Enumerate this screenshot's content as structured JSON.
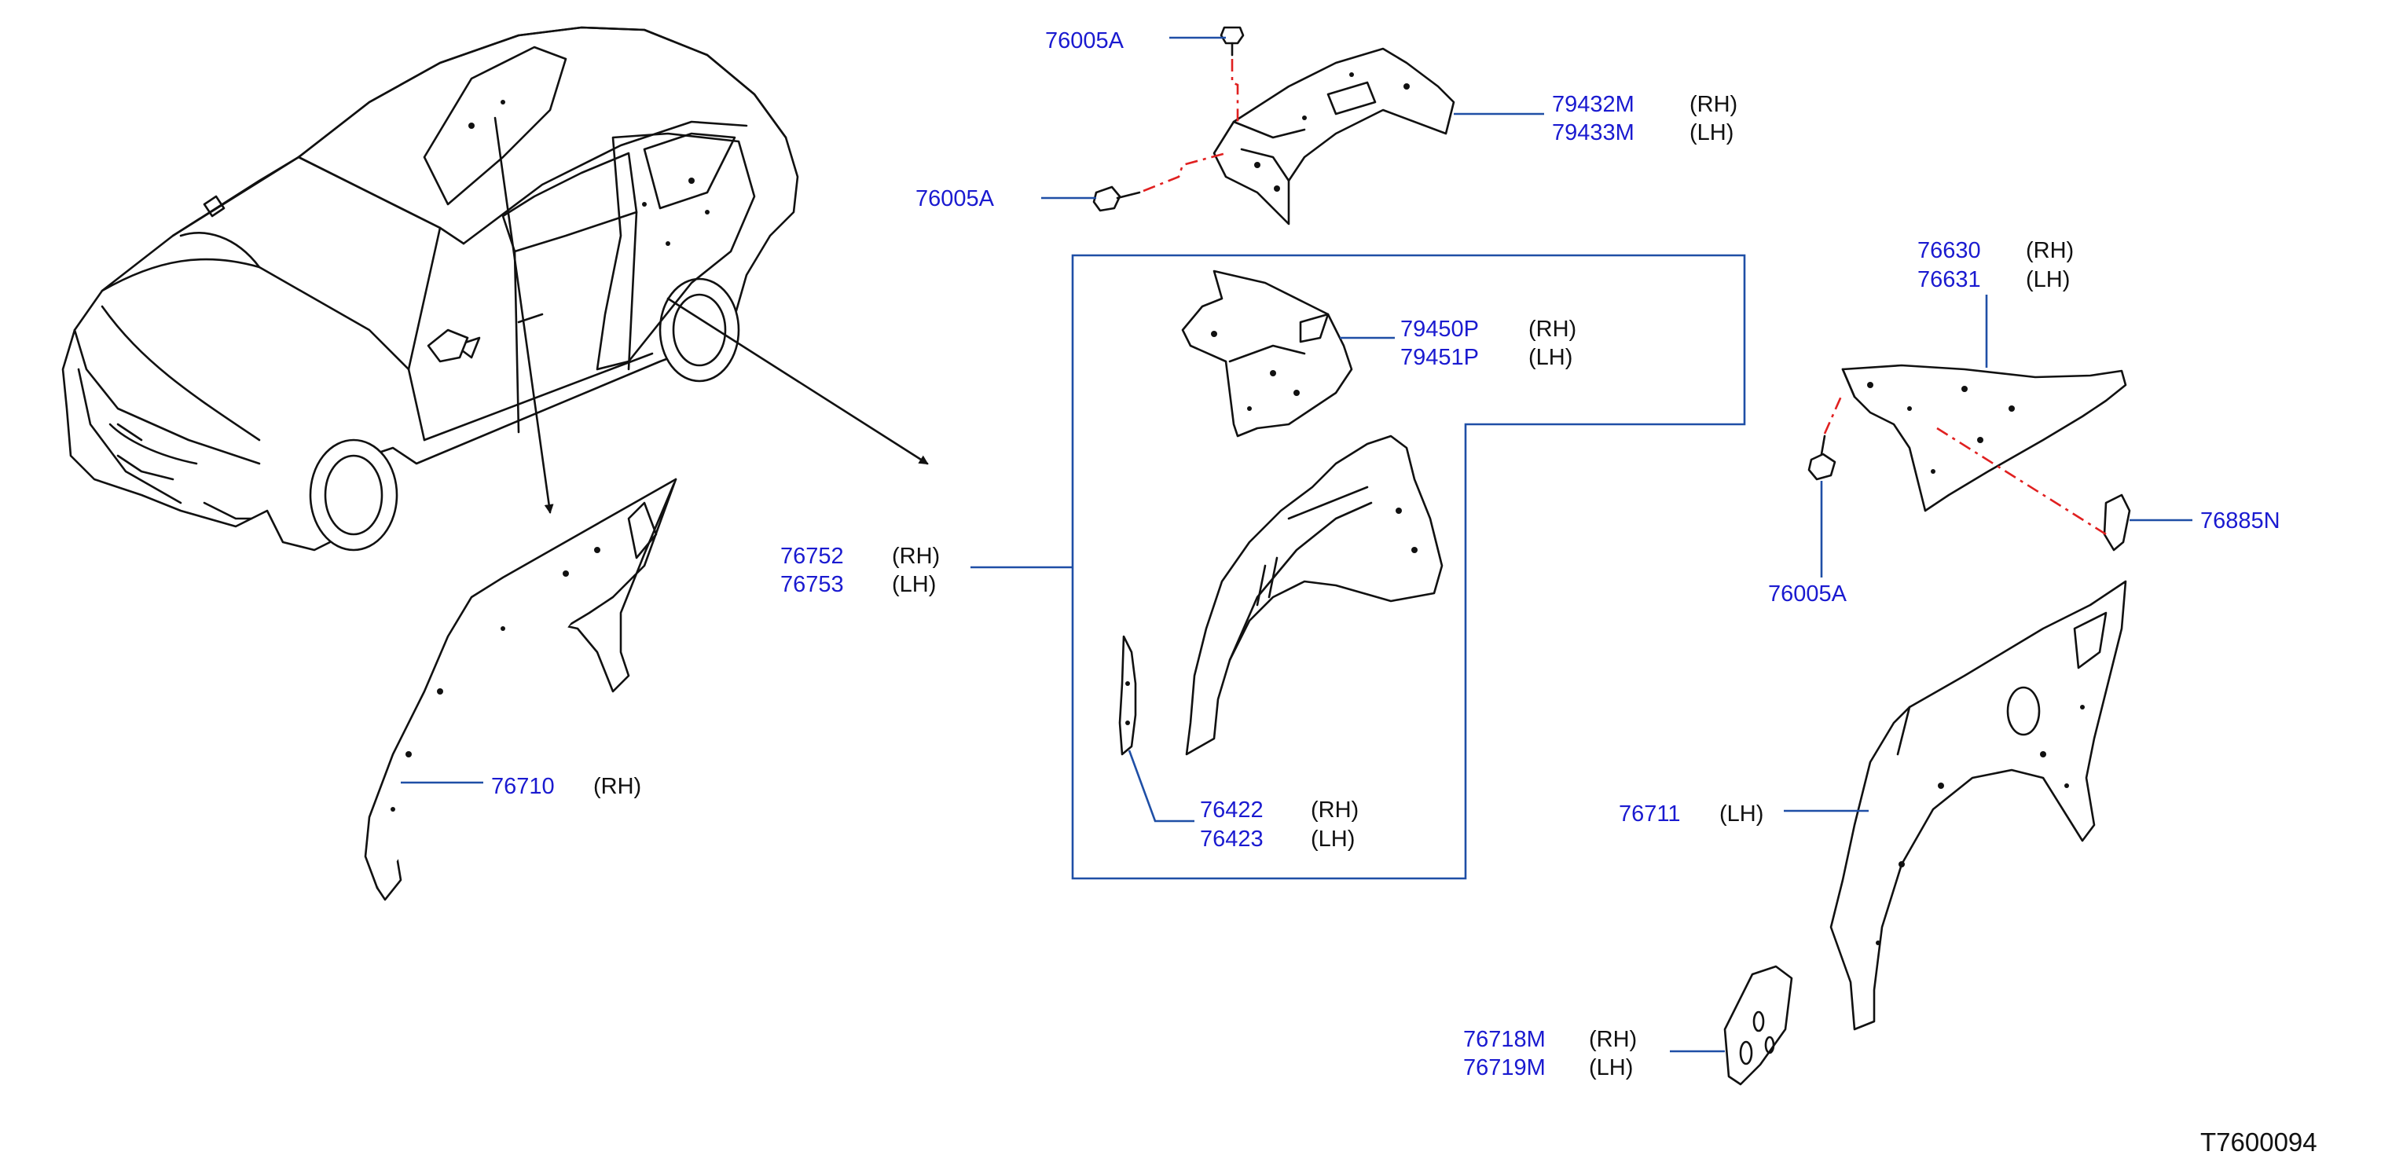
{
  "diagram_id": "T7600094",
  "colors": {
    "part_number": "#1a1ad0",
    "leader": "#1f4fa6",
    "phantom": "#e02020",
    "line": "#111111"
  },
  "callouts": {
    "bolt_top": {
      "code": "76005A"
    },
    "bolt_left": {
      "code": "76005A"
    },
    "bracket_rear_upper": {
      "code_rh": "79432M",
      "side_rh": "(RH)",
      "code_lh": "79433M",
      "side_lh": "(LH)"
    },
    "bracket_inner": {
      "code_rh": "79450P",
      "side_rh": "(RH)",
      "code_lh": "79451P",
      "side_lh": "(LH)"
    },
    "wheel_house_assy": {
      "code_rh": "76752",
      "side_rh": "(RH)",
      "code_lh": "76753",
      "side_lh": "(LH)"
    },
    "extension_strip": {
      "code_rh": "76422",
      "side_rh": "(RH)",
      "code_lh": "76423",
      "side_lh": "(LH)"
    },
    "panel_rh": {
      "code": "76710",
      "side": "(RH)"
    },
    "reinforcement": {
      "code_rh": "76630",
      "side_rh": "(RH)",
      "code_lh": "76631",
      "side_lh": "(LH)"
    },
    "bolt_right": {
      "code": "76005A"
    },
    "clip": {
      "code": "76885N"
    },
    "panel_lh": {
      "code": "76711",
      "side": "(LH)"
    },
    "gusset": {
      "code_rh": "76718M",
      "side_rh": "(RH)",
      "code_lh": "76719M",
      "side_lh": "(LH)"
    }
  }
}
